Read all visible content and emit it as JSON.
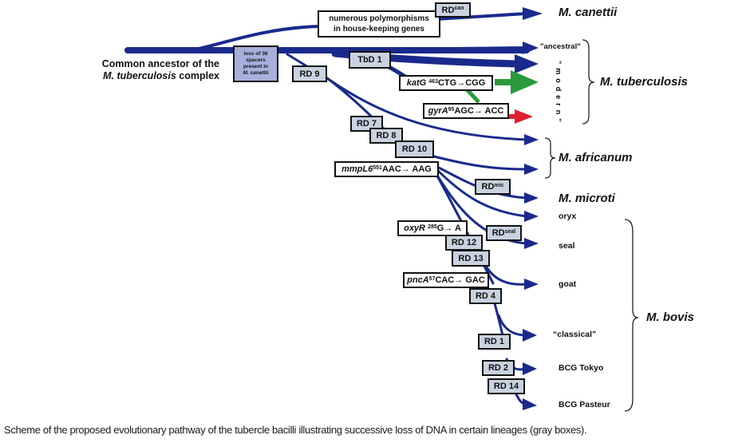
{
  "diagram": {
    "ancestor": {
      "line1": "Common ancestor of the",
      "line2_italic": "M. tuberculosis",
      "line2_rest": " complex"
    },
    "events": {
      "spacers": {
        "l1": "loss of 36",
        "l2": "spacers",
        "l3": "present in",
        "l4": "M. canettii"
      },
      "polymorphisms": {
        "l1": "numerous polymorphisms",
        "l2": "in house-keeping genes"
      },
      "rd_can": {
        "base": "RD",
        "sup": "can"
      },
      "tbd1": "TbD 1",
      "rd9": "RD 9",
      "katg": {
        "gene": "katG",
        "sup": "463",
        "change": "CTG→CGG"
      },
      "gyra": {
        "gene": "gyrA",
        "sup": "95",
        "change": "AGC→ ACC"
      },
      "rd7": "RD 7",
      "rd8": "RD 8",
      "rd10": "RD 10",
      "mmpl6": {
        "gene": "mmpL6",
        "sup": "551",
        "change": " AAC→ AAG"
      },
      "rd_mic": {
        "base": "RD",
        "sup": "mic"
      },
      "oxyr": {
        "gene": "oxyR",
        "sup": "285",
        "change": "G→ A"
      },
      "rd_seal": {
        "base": "RD",
        "sup": "seal"
      },
      "rd12": "RD 12",
      "rd13": "RD 13",
      "pnca": {
        "gene": "pncA",
        "sup": "57",
        "change": "CAC→ GAC"
      },
      "rd4": "RD 4",
      "rd1": "RD 1",
      "rd2": "RD 2",
      "rd14": "RD 14"
    },
    "leaves": {
      "canettii": "M. canettii",
      "ancestral": "\"ancestral\"",
      "modern": "\"modern\"",
      "tuberculosis": "M. tuberculosis",
      "africanum": "M. africanum",
      "microti": "M. microti",
      "oryx": "oryx",
      "seal": "seal",
      "goat": "goat",
      "classical": "“classical”",
      "bcg_tokyo": "BCG Tokyo",
      "bcg_pasteur": "BCG Pasteur",
      "bovis": "M. bovis"
    },
    "colors": {
      "branch": "#1a2a8c",
      "katg_lineage": "#2a9a3a",
      "gyra_lineage": "#e0202e",
      "rd_box": "#c9d3e0",
      "spacer_box": "#a7b0dc"
    }
  },
  "caption": "Scheme of the proposed evolutionary pathway of the tubercle bacilli illustrating successive loss of DNA in certain lineages (gray boxes)."
}
